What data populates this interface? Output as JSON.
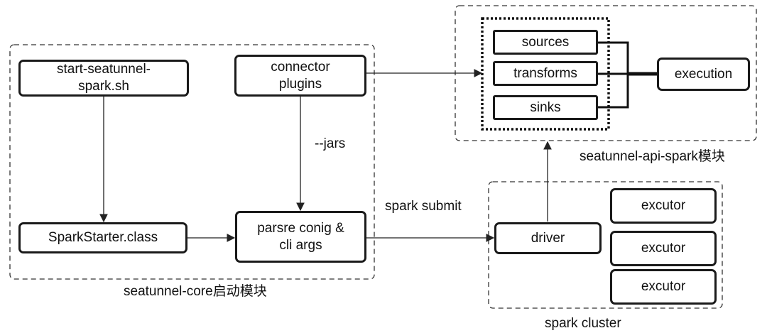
{
  "groups": {
    "core": "seatunnel-core启动模块",
    "api": "seatunnel-api-spark模块",
    "cluster": "spark cluster"
  },
  "nodes": {
    "start_script": "start-seatunnel-\nspark.sh",
    "connector_plugins": "connector\nplugins",
    "spark_starter": "SparkStarter.class",
    "parse_config": "parsre conig &\ncli args",
    "sources": "sources",
    "transforms": "transforms",
    "sinks": "sinks",
    "execution": "execution",
    "driver": "driver",
    "executor_1": "excutor",
    "executor_2": "excutor",
    "executor_3": "excutor"
  },
  "edge_labels": {
    "jars": "--jars",
    "spark_submit": "spark submit"
  }
}
